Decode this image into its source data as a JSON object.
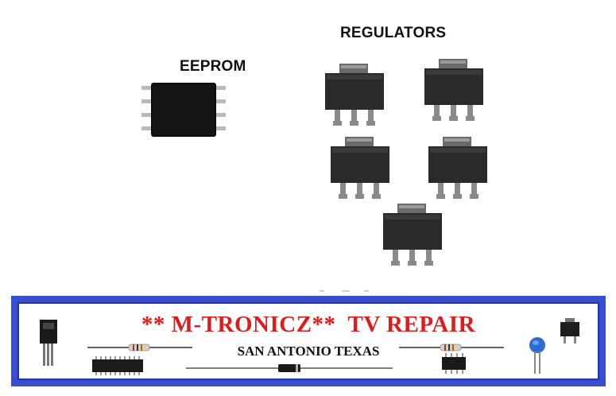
{
  "headings": {
    "regulators": "REGULATORS",
    "eeprom": "EEPROM"
  },
  "banner": {
    "title": "** M-TRONICZ**  TV REPAIR",
    "subtitle": "SAN ANTONIO TEXAS"
  },
  "colors": {
    "banner_border": "#3a4fd0",
    "title": "#e01b1b",
    "chip_body": "#0d0d0d",
    "regulator_body": "#2a2a2a"
  },
  "icons": [
    "eeprom-chip-icon",
    "regulator-icon",
    "transistor-icon",
    "resistor-icon",
    "ic-chip-icon",
    "diode-icon",
    "capacitor-icon"
  ]
}
